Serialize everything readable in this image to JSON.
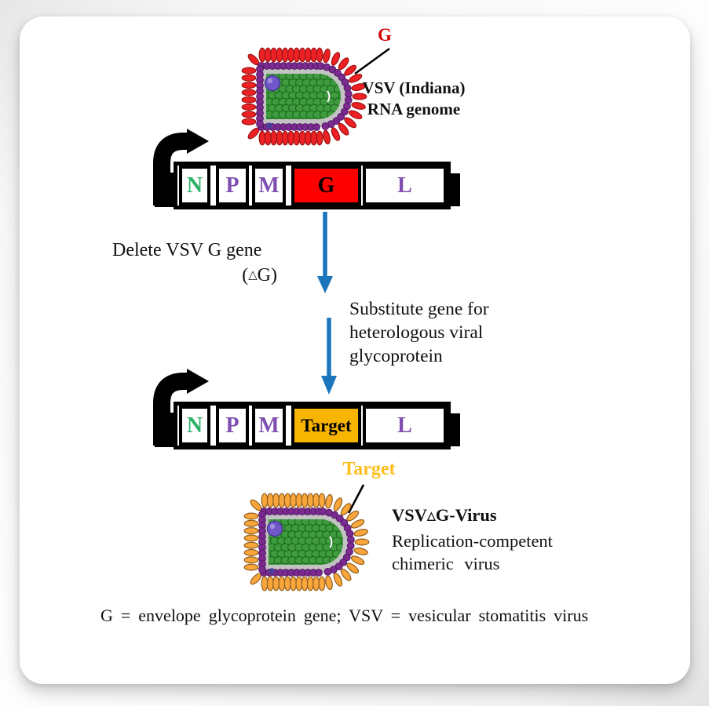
{
  "colors": {
    "letter_green": "#2EB36B",
    "letter_purple": "#7E4FB0",
    "gene_red": "#FE0000",
    "gene_gold": "#F7B400",
    "target_label_gold": "#FFBE1E",
    "arrow_blue": "#1B75BC",
    "label_red": "#D40000",
    "text_black": "#111111"
  },
  "virus_style": {
    "body_gray": "#C3C3C3",
    "membrane": "#7B2B8F",
    "membrane_dark": "#551768",
    "capsid_green": "#3E9C3E",
    "capsid_green_dark": "#1F6B1F",
    "polymerase": "#7156C8",
    "polymerase_dark": "#4A3C99",
    "polymerase_hi": "#A48EE2"
  },
  "top_virus": {
    "spike_label": "G",
    "spike_color": "#ED2024",
    "spike_edge": "#9E1414",
    "caption_line1": "VSV (Indiana)",
    "caption_line2": "RNA genome"
  },
  "map_wildtype": {
    "genes": [
      {
        "label": "N"
      },
      {
        "label": "P"
      },
      {
        "label": "M"
      },
      {
        "label": "G"
      },
      {
        "label": "L"
      }
    ]
  },
  "delete_step": {
    "line1": "Delete VSV G gene",
    "paren_open": "(",
    "delta": "△",
    "paren_rest": "G)"
  },
  "substitute_step": {
    "line1": "Substitute gene for",
    "line2": "heterologous viral",
    "line3": "glycoprotein"
  },
  "map_chimeric": {
    "genes": [
      {
        "label": "N"
      },
      {
        "label": "P"
      },
      {
        "label": "M"
      },
      {
        "label": "Target"
      },
      {
        "label": "L"
      }
    ]
  },
  "bottom_virus": {
    "spike_label": "Target",
    "spike_color": "#F9A63C",
    "spike_edge": "#8F5E1E",
    "name_prefix": "VSV",
    "name_delta": "△",
    "name_suffix": "G-Virus",
    "desc_line1": "Replication-competent",
    "desc_line2": "chimeric virus"
  },
  "footnote": "G = envelope glycoprotein gene; VSV = vesicular stomatitis virus"
}
